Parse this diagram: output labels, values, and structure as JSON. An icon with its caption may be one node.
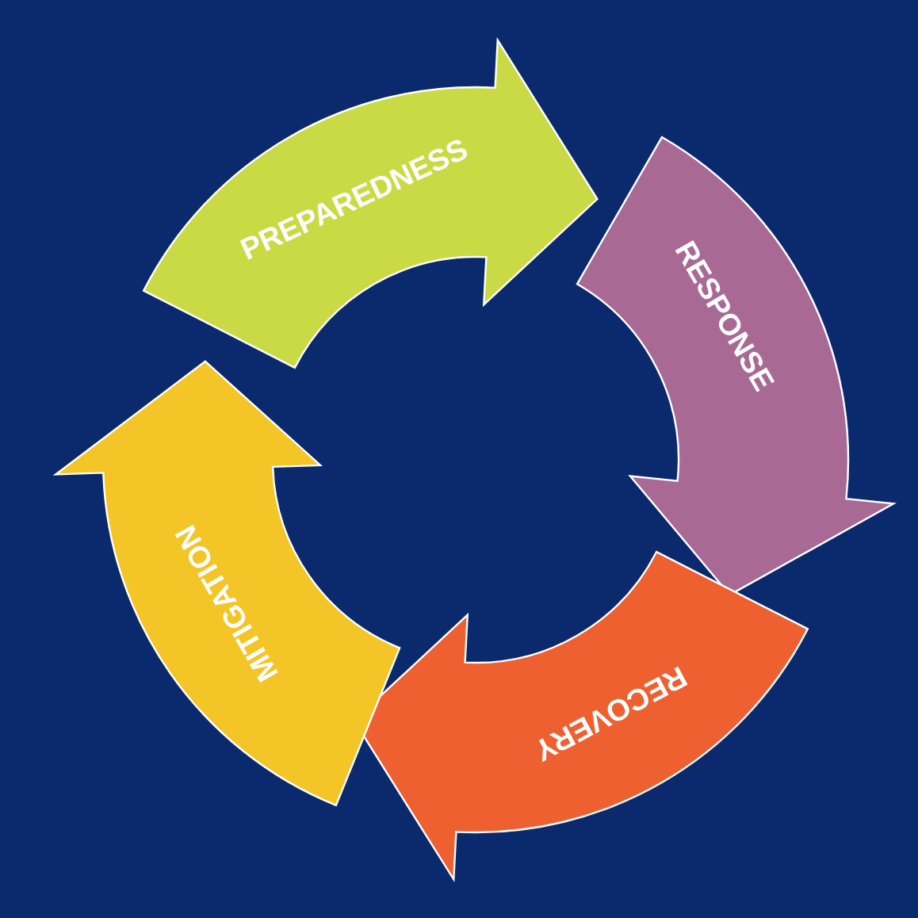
{
  "diagram": {
    "nodes": [
      {
        "text": [
          "PREPAREDNESS"
        ]
      },
      {
        "text": [
          "RESPONSE"
        ]
      },
      {
        "text": [
          "RECOVERY"
        ]
      },
      {
        "text": [
          "MITIGATION"
        ]
      }
    ]
  }
}
